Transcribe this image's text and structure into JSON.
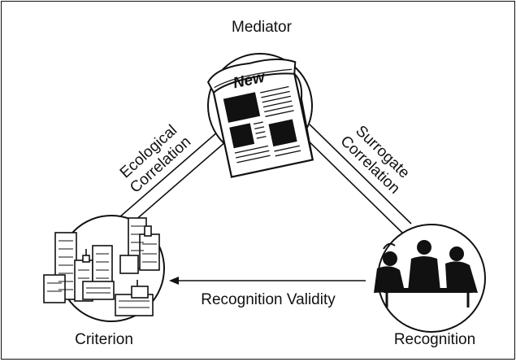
{
  "diagram": {
    "nodes": {
      "mediator": {
        "label": "Mediator",
        "icon": "newspaper-icon",
        "icon_text": "New"
      },
      "criterion": {
        "label": "Criterion",
        "icon": "city-buildings-icon"
      },
      "recognition": {
        "label": "Recognition",
        "icon": "people-meeting-icon"
      }
    },
    "edges": {
      "ecological": {
        "line1": "Ecological",
        "line2": "Correlation"
      },
      "surrogate": {
        "line1": "Surrogate",
        "line2": "Correlation"
      },
      "validity": {
        "label": "Recognition Validity"
      }
    }
  },
  "colors": {
    "ink": "#111111",
    "paper": "#ffffff"
  }
}
